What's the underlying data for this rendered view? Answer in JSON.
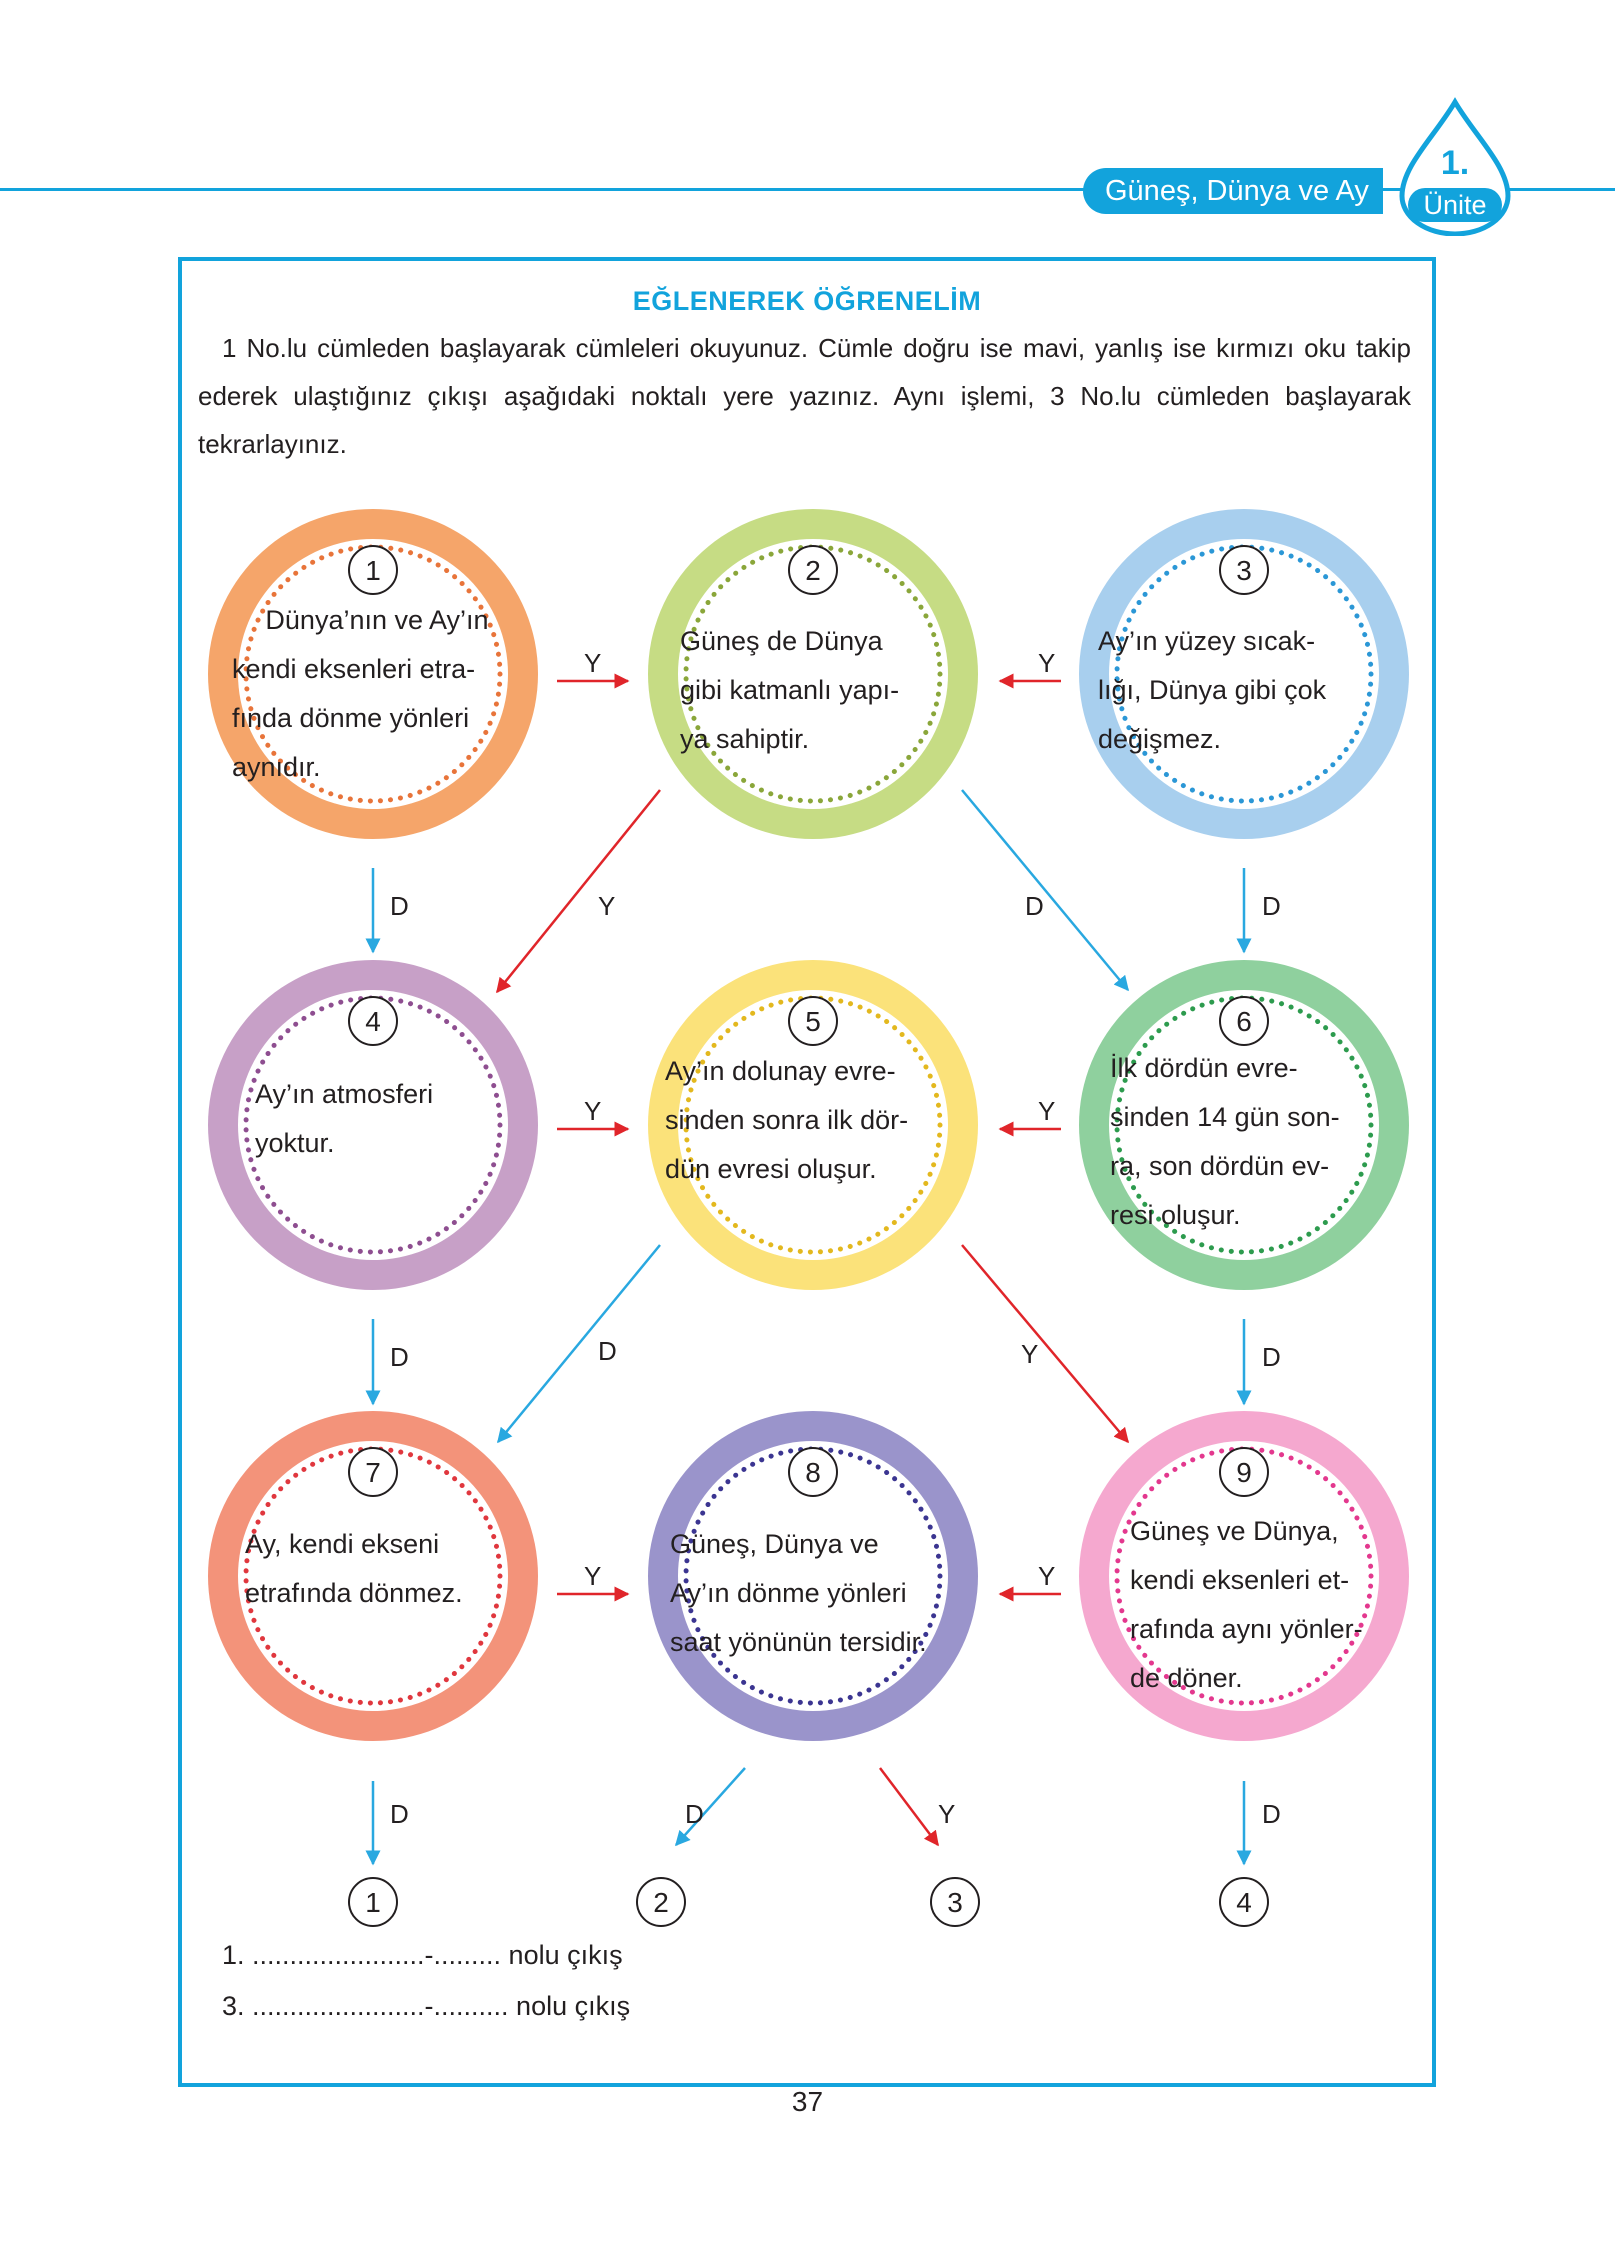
{
  "header": {
    "unit_title": "Güneş, Dünya ve Ay",
    "unit_number": "1.",
    "unit_label": "Ünite",
    "accent_color": "#12a3dc"
  },
  "activity": {
    "title": "EĞLENEREK ÖĞRENELİM",
    "instructions": "1 No.lu cümleden başlayarak cümleleri okuyunuz. Cümle doğru ise mavi, yanlış ise kırmızı oku takip ederek ulaştığınız çıkışı aşağıdaki noktalı yere yazınız. Aynı işlemi, 3 No.lu cümleden başlayarak tekrarlayınız."
  },
  "circles": [
    {
      "number": "1",
      "color": "#f5a56a",
      "dot_color": "#e8743a",
      "lines": [
        "Dünya’nın ve Ay’ın",
        "kendi eksenleri etra-",
        "fında dönme yönleri",
        "aynıdır."
      ]
    },
    {
      "number": "2",
      "color": "#c6dc84",
      "dot_color": "#8aa63a",
      "lines": [
        "Güneş de Dünya",
        "gibi katmanlı yapı-",
        "ya sahiptir."
      ]
    },
    {
      "number": "3",
      "color": "#a8cfee",
      "dot_color": "#2b97d6",
      "lines": [
        "Ay’ın yüzey sıcak-",
        "lığı, Dünya gibi çok",
        "değişmez."
      ]
    },
    {
      "number": "4",
      "color": "#c7a0c7",
      "dot_color": "#8e4e90",
      "lines": [
        "Ay’ın atmosferi",
        "yoktur."
      ]
    },
    {
      "number": "5",
      "color": "#fbe27a",
      "dot_color": "#e3b81e",
      "lines": [
        "Ay’ın dolunay evre-",
        "sinden sonra ilk dör-",
        "dün evresi oluşur."
      ]
    },
    {
      "number": "6",
      "color": "#8fd09e",
      "dot_color": "#2d9b4e",
      "lines": [
        "İlk dördün evre-",
        "sinden 14 gün son-",
        "ra, son dördün ev-",
        "resi oluşur."
      ]
    },
    {
      "number": "7",
      "color": "#f3937a",
      "dot_color": "#e0373e",
      "lines": [
        "Ay, kendi ekseni",
        "etrafında dönmez."
      ]
    },
    {
      "number": "8",
      "color": "#9a94cb",
      "dot_color": "#3b3591",
      "lines": [
        "Güneş, Dünya ve",
        "Ay’ın dönme yönleri",
        "saat yönünün tersidir."
      ]
    },
    {
      "number": "9",
      "color": "#f5a8cf",
      "dot_color": "#e3388e",
      "lines": [
        "Güneş ve Dünya,",
        "kendi eksenleri et-",
        "rafında aynı yönler-",
        "de döner."
      ]
    }
  ],
  "arrow_colors": {
    "true_color": "#29a8e0",
    "false_color": "#e0252a"
  },
  "arrow_labels": {
    "true": "D",
    "false": "Y"
  },
  "exits": [
    "1",
    "2",
    "3",
    "4"
  ],
  "answer_lines": [
    "1. .......................-......... nolu çıkış",
    "3. .......................-.......... nolu çıkış"
  ],
  "page_number": "37"
}
